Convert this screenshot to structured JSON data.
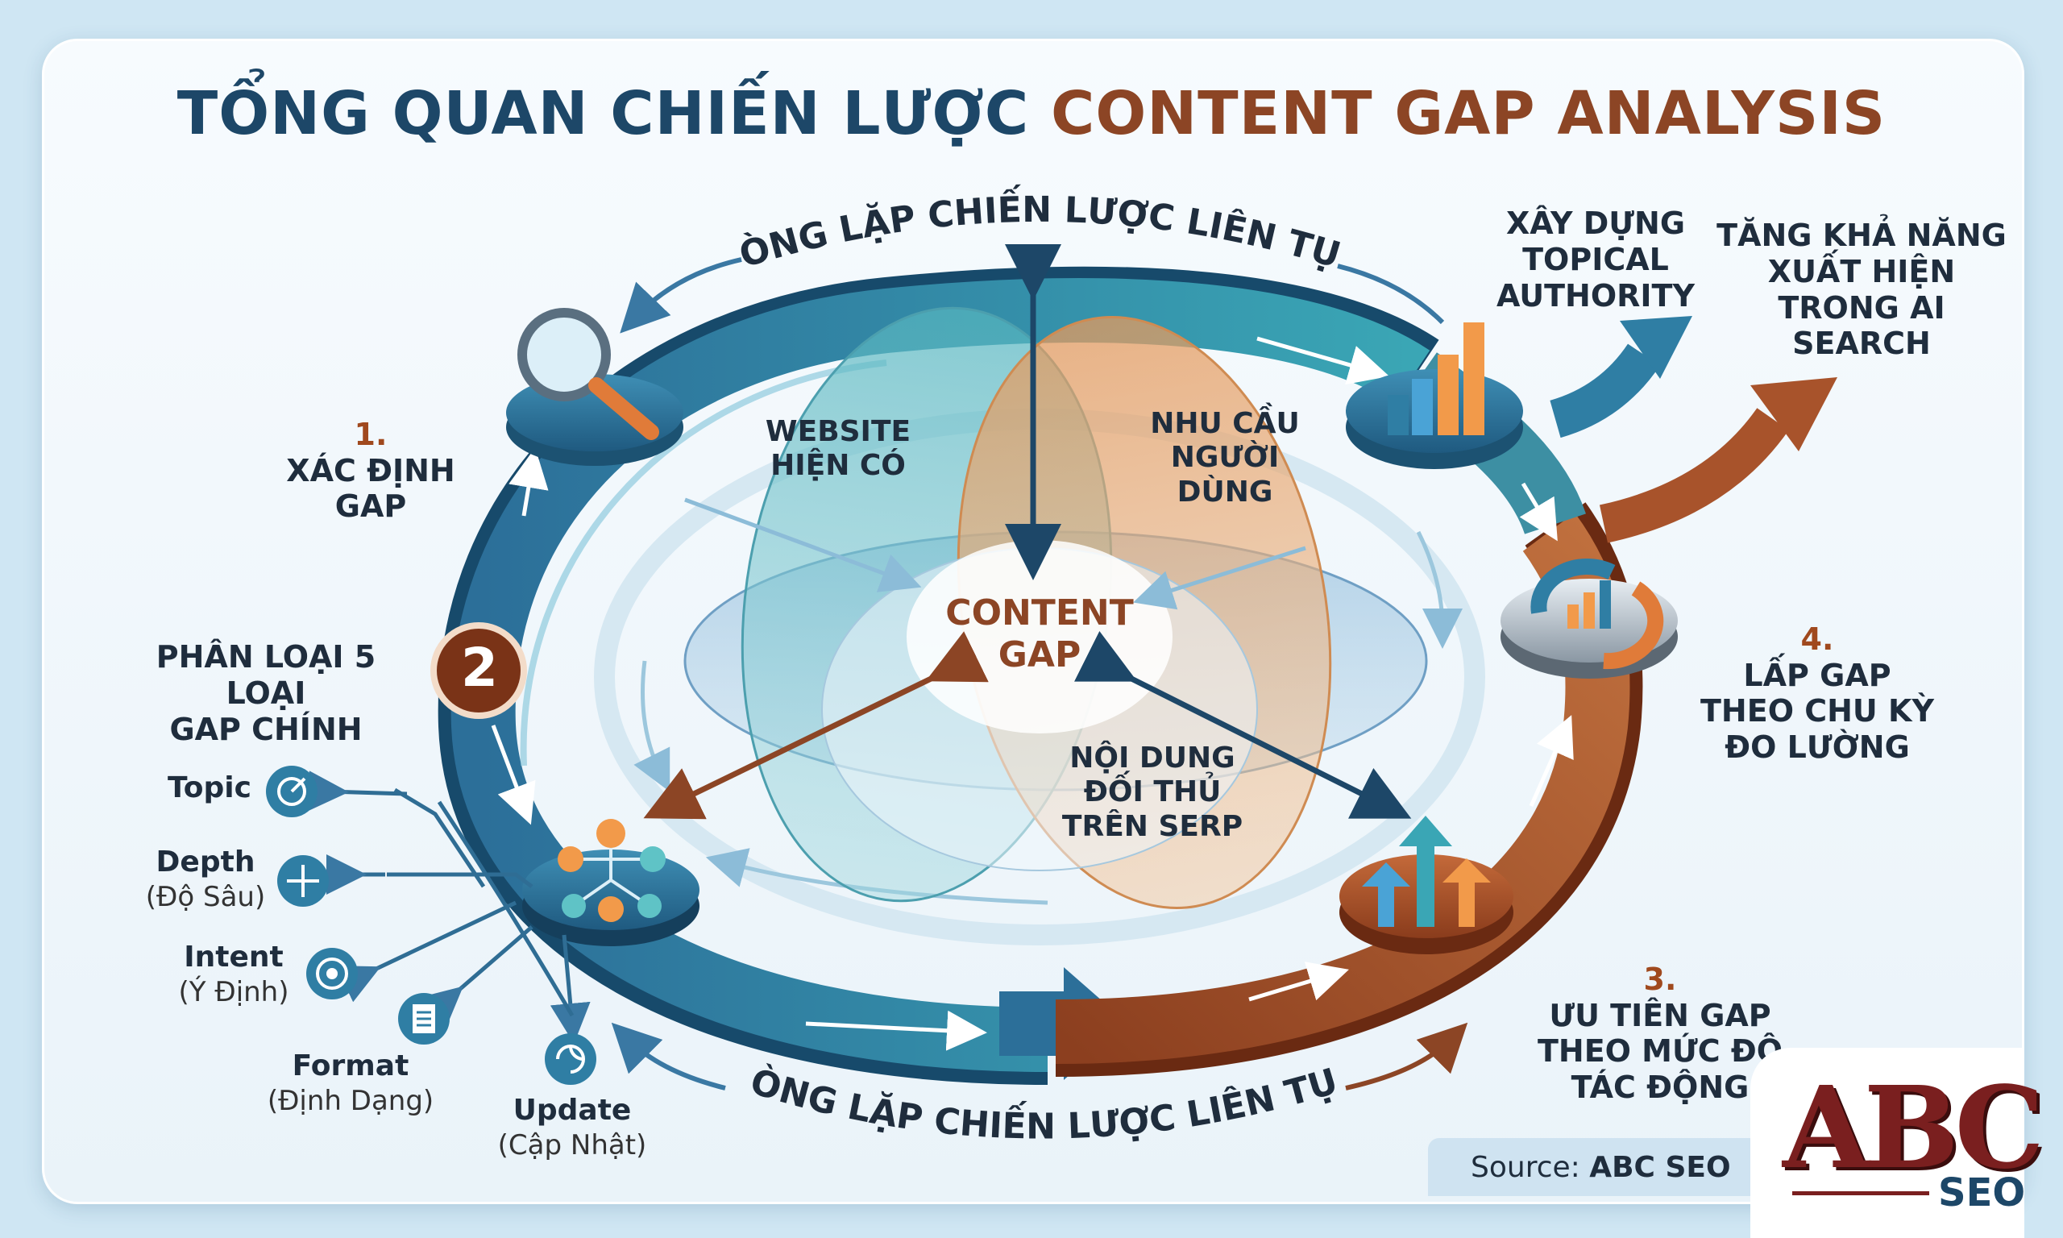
{
  "title": {
    "part1": "TỔNG QUAN CHIẾN LƯỢC",
    "part2": "CONTENT GAP ANALYSIS"
  },
  "loop_label_top": "VÒNG LẶP CHIẾN LƯỢC LIÊN TỤC",
  "loop_label_bottom": "VÒNG LẶP CHIẾN LƯỢC LIÊN TỤC",
  "venn": {
    "center": "CONTENT\nGAP",
    "website": "WEBSITE\nHIỆN CÓ",
    "user_needs": "NHU CẦU\nNGƯỜI\nDÙNG",
    "competitors": "NỘI DUNG\nĐỐI THỦ\nTRÊN SERP"
  },
  "steps": {
    "step1": {
      "num": "1.",
      "text": "XÁC ĐỊNH\nGAP"
    },
    "step2": {
      "num": "2",
      "text": "PHÂN LOẠI 5 LOẠI\nGAP CHÍNH"
    },
    "step3": {
      "num": "3.",
      "text": "ƯU TIÊN GAP\nTHEO MỨC ĐỘ\nTÁC ĐỘNG"
    },
    "step4": {
      "num": "4.",
      "text": "LẤP GAP\nTHEO CHU KỲ\nĐO LƯỜNG"
    }
  },
  "outcomes": {
    "authority": "XÂY DỰNG\nTOPICAL\nAUTHORITY",
    "ai_search": "TĂNG KHẢ NĂNG\nXUẤT HIỆN\nTRONG AI\nSEARCH"
  },
  "gap_types": [
    {
      "name": "Topic",
      "sub": "",
      "icon": "topic-target-icon"
    },
    {
      "name": "Depth",
      "sub": "(Độ Sâu)",
      "icon": "depth-arrows-icon"
    },
    {
      "name": "Intent",
      "sub": "(Ý Định)",
      "icon": "intent-bullseye-icon"
    },
    {
      "name": "Format",
      "sub": "(Định Dạng)",
      "icon": "format-document-icon"
    },
    {
      "name": "Update",
      "sub": "(Cập Nhật)",
      "icon": "update-refresh-icon"
    }
  ],
  "source": {
    "label": "Source:",
    "name": "ABC SEO"
  },
  "logo": {
    "main": "ABC",
    "sub": "SEO"
  },
  "colors": {
    "blue": "#2f7ea4",
    "teal": "#3aa6b5",
    "brown": "#a8532b",
    "navy": "#1d4768",
    "orange": "#e07b39"
  }
}
